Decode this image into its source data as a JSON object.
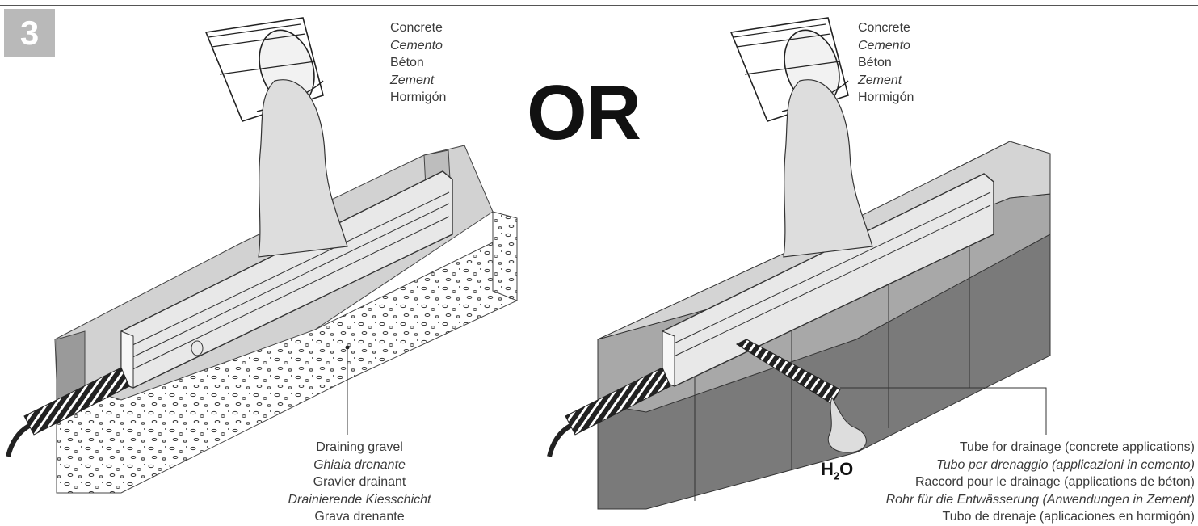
{
  "step": {
    "number": "3"
  },
  "separator": "OR",
  "concrete_labels": [
    "Concrete",
    "Cemento",
    "Béton",
    "Zement",
    "Hormigón"
  ],
  "gravel_labels": [
    "Draining gravel",
    "Ghiaia drenante",
    "Gravier drainant",
    "Drainierende Kiesschicht",
    "Grava drenante"
  ],
  "tube_labels": [
    "Tube for drainage (concrete applications)",
    "Tubo per drenaggio (applicazioni in cemento)",
    "Raccord pour le drainage (applications de béton)",
    "Rohr für die Entwässerung (Anwendungen in Zement)",
    "Tubo de drenaje (aplicaciones en hormigón)"
  ],
  "water_label": {
    "main": "H",
    "sub": "2",
    "end": "O"
  },
  "colors": {
    "badge": "#b9b9b9",
    "concrete_light": "#d4d4d4",
    "concrete_dark": "#7a7a7a",
    "slab_mid": "#a8a8a8"
  }
}
